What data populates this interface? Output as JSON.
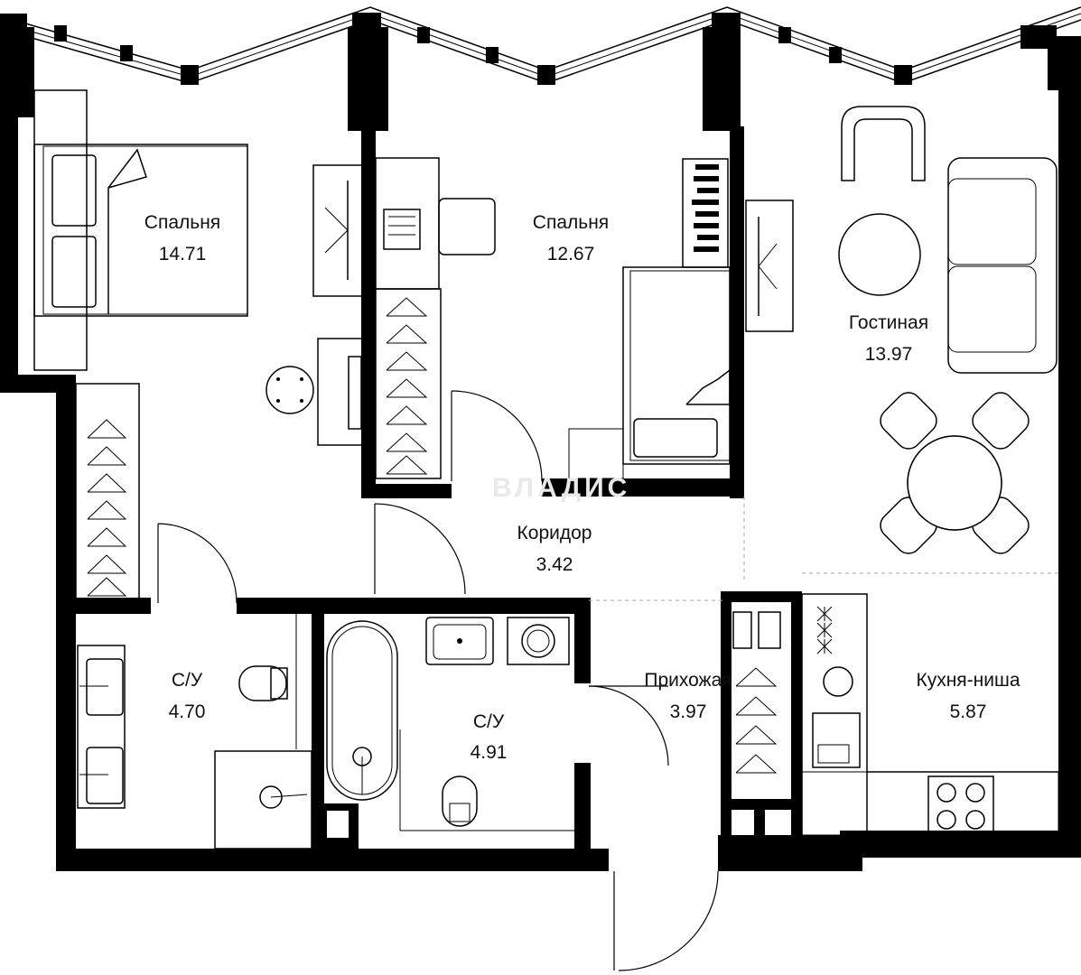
{
  "rooms": [
    {
      "id": "bedroom1",
      "name": "Спальня",
      "area": "14.71"
    },
    {
      "id": "bedroom2",
      "name": "Спальня",
      "area": "12.67"
    },
    {
      "id": "living",
      "name": "Гостиная",
      "area": "13.97"
    },
    {
      "id": "corridor",
      "name": "Коридор",
      "area": "3.42"
    },
    {
      "id": "bath1",
      "name": "С/У",
      "area": "4.70"
    },
    {
      "id": "bath2",
      "name": "С/У",
      "area": "4.91"
    },
    {
      "id": "hall",
      "name": "Прихожая",
      "area": "3.97"
    },
    {
      "id": "kitchen",
      "name": "Кухня-ниша",
      "area": "5.87"
    }
  ],
  "watermark": "ВЛАДИС"
}
